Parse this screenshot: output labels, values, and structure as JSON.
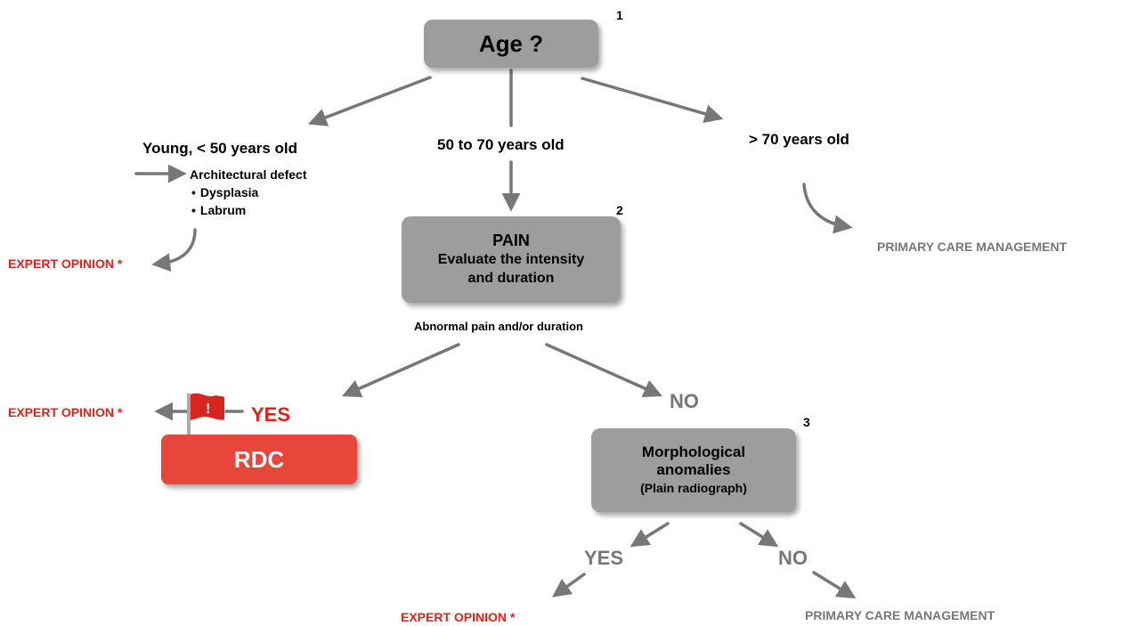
{
  "nodes": {
    "age": {
      "number": "1",
      "label": "Age ?"
    },
    "pain": {
      "number": "2",
      "title": "PAIN",
      "line1": "Evaluate the intensity",
      "line2": "and duration"
    },
    "morph": {
      "number": "3",
      "line1": "Morphological",
      "line2": "anomalies",
      "line3": "(Plain radiograph)"
    },
    "rdc": {
      "label": "RDC"
    }
  },
  "branches": {
    "young": "Young, < 50 years old",
    "middle": "50 to 70 years old",
    "old": "> 70 years old"
  },
  "young_detail": {
    "title": "Architectural defect",
    "items": [
      "Dysplasia",
      "Labrum"
    ]
  },
  "pain_condition": "Abnormal pain and/or duration",
  "outcomes": {
    "expert_young": "EXPERT OPINION *",
    "primary_old": "PRIMARY CARE MANAGEMENT",
    "expert_rdc": "EXPERT OPINION *",
    "yes_rdc": "YES",
    "no_pain": "NO",
    "yes_morph": "YES",
    "no_morph": "NO",
    "expert_morph": "EXPERT OPINION *",
    "primary_morph": "PRIMARY CARE MANAGEMENT"
  },
  "colors": {
    "box": "#9d9d9d",
    "rdc": "#e8463a",
    "expert_red": "#e32119",
    "arrow": "#777777",
    "flag": "#d7261e"
  },
  "icons": [
    "warning-flag-icon"
  ]
}
